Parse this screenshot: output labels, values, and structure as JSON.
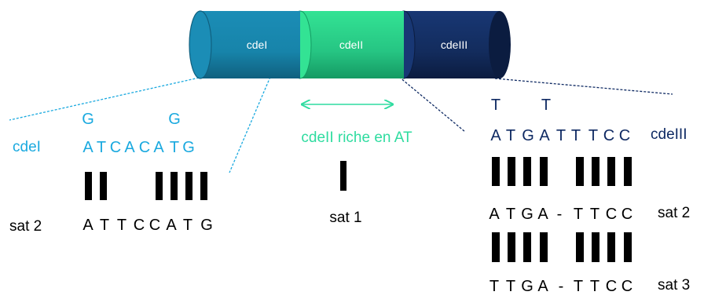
{
  "colors": {
    "cdeI": "#1aa9df",
    "cdeII": "#2fdca0",
    "cdeIII": "#0f2a63",
    "cdeI_cyl_dark": "#10607f",
    "cdeI_cyl_light": "#1b8db6",
    "cdeII_cyl_dark": "#159a63",
    "cdeII_cyl_light": "#33e394",
    "cdeIII_cyl_dark": "#0b1c40",
    "cdeIII_cyl_light": "#183774",
    "bar": "#000000",
    "label": "#000000"
  },
  "cylinder": {
    "segments": [
      {
        "id": "cdei",
        "label": "cdeI"
      },
      {
        "id": "cdeii",
        "label": "cdeII"
      },
      {
        "id": "cdeiii",
        "label": "cdeIII"
      }
    ]
  },
  "left": {
    "region_label": "cdeI",
    "variants": [
      "G",
      "G"
    ],
    "sequence": [
      "A",
      "T",
      "C",
      "A",
      "C",
      "A",
      "T",
      "G"
    ],
    "sat_label": "sat 2",
    "sat_sequence": [
      "A",
      "T",
      "T",
      "C",
      "C",
      "A",
      "T",
      "G"
    ]
  },
  "middle": {
    "region_label": "cdeII riche en AT",
    "sat_label": "sat 1"
  },
  "right": {
    "region_label": "cdeIII",
    "variants": [
      "T",
      "T"
    ],
    "sequence": [
      "A",
      "T",
      "G",
      "A",
      "T",
      "T",
      "T",
      "C",
      "C"
    ],
    "sat2_label": "sat 2",
    "sat2_sequence": [
      "A",
      "T",
      "G",
      "A",
      "-",
      "T",
      "T",
      "C",
      "C"
    ],
    "sat3_label": "sat 3",
    "sat3_sequence": [
      "T",
      "T",
      "G",
      "A",
      "-",
      "T",
      "T",
      "C",
      "C"
    ]
  }
}
